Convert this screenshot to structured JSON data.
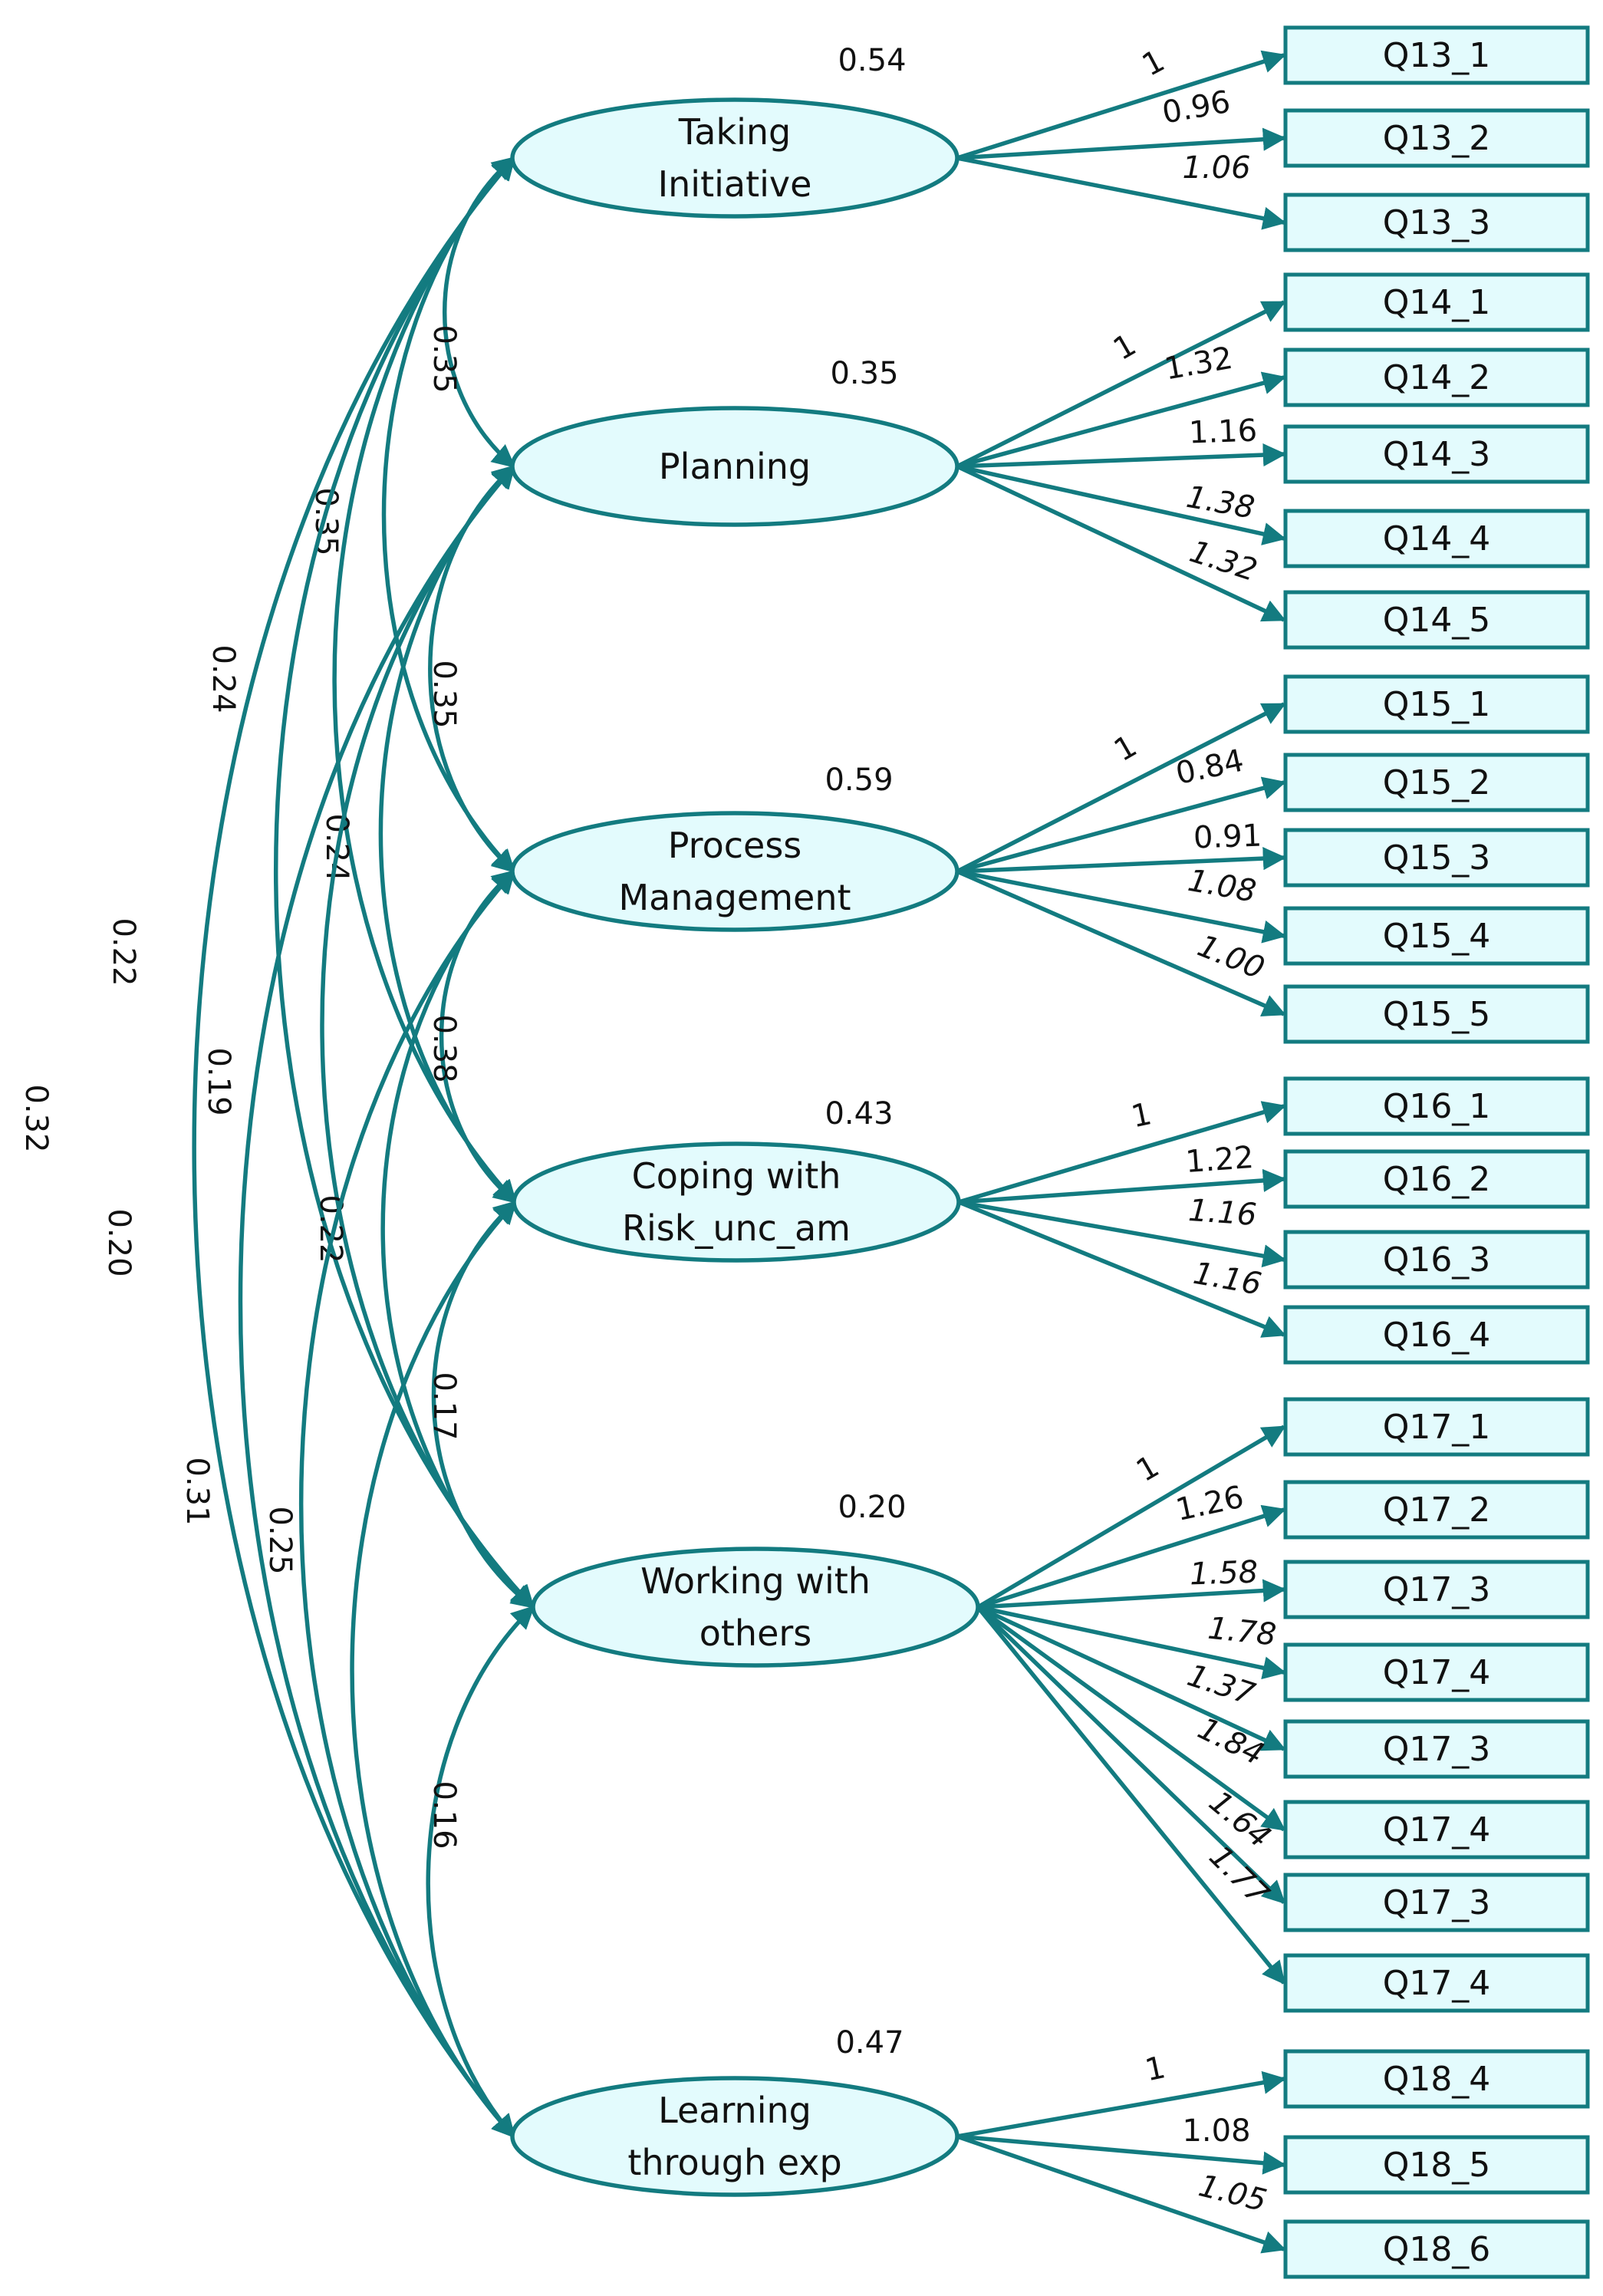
{
  "colors": {
    "line": "#137b80",
    "fill": "#e3fbfd",
    "text": "#111111"
  },
  "factors": [
    {
      "id": "ti",
      "lines": [
        "Taking",
        "Initiative"
      ],
      "variance": "0.54"
    },
    {
      "id": "pl",
      "lines": [
        "Planning"
      ],
      "variance": "0.35"
    },
    {
      "id": "pm",
      "lines": [
        "Process",
        "Management"
      ],
      "variance": "0.59"
    },
    {
      "id": "cr",
      "lines": [
        "Coping with",
        "Risk_unc_am"
      ],
      "variance": "0.43"
    },
    {
      "id": "wo",
      "lines": [
        "Working with",
        "others"
      ],
      "variance": "0.20"
    },
    {
      "id": "le",
      "lines": [
        "Learning",
        "through exp"
      ],
      "variance": "0.47"
    }
  ],
  "indicators": [
    {
      "label": "Q13_1",
      "factor": "ti",
      "loading": "1"
    },
    {
      "label": "Q13_2",
      "factor": "ti",
      "loading": "0.96"
    },
    {
      "label": "Q13_3",
      "factor": "ti",
      "loading": "1.06"
    },
    {
      "label": "Q14_1",
      "factor": "pl",
      "loading": "1"
    },
    {
      "label": "Q14_2",
      "factor": "pl",
      "loading": "1.32"
    },
    {
      "label": "Q14_3",
      "factor": "pl",
      "loading": "1.16"
    },
    {
      "label": "Q14_4",
      "factor": "pl",
      "loading": "1.38"
    },
    {
      "label": "Q14_5",
      "factor": "pl",
      "loading": "1.32"
    },
    {
      "label": "Q15_1",
      "factor": "pm",
      "loading": "1"
    },
    {
      "label": "Q15_2",
      "factor": "pm",
      "loading": "0.84"
    },
    {
      "label": "Q15_3",
      "factor": "pm",
      "loading": "0.91"
    },
    {
      "label": "Q15_4",
      "factor": "pm",
      "loading": "1.08"
    },
    {
      "label": "Q15_5",
      "factor": "pm",
      "loading": "1.00"
    },
    {
      "label": "Q16_1",
      "factor": "cr",
      "loading": "1"
    },
    {
      "label": "Q16_2",
      "factor": "cr",
      "loading": "1.22"
    },
    {
      "label": "Q16_3",
      "factor": "cr",
      "loading": "1.16"
    },
    {
      "label": "Q16_4",
      "factor": "cr",
      "loading": "1.16"
    },
    {
      "label": "Q17_1",
      "factor": "wo",
      "loading": "1"
    },
    {
      "label": "Q17_2",
      "factor": "wo",
      "loading": "1.26"
    },
    {
      "label": "Q17_3",
      "factor": "wo",
      "loading": "1.58"
    },
    {
      "label": "Q17_4",
      "factor": "wo",
      "loading": "1.78"
    },
    {
      "label": "Q17_3",
      "factor": "wo",
      "loading": "1.37"
    },
    {
      "label": "Q17_4",
      "factor": "wo",
      "loading": "1.84"
    },
    {
      "label": "Q17_3",
      "factor": "wo",
      "loading": "1.64"
    },
    {
      "label": "Q17_4",
      "factor": "wo",
      "loading": "1.77"
    },
    {
      "label": "Q18_4",
      "factor": "le",
      "loading": "1"
    },
    {
      "label": "Q18_5",
      "factor": "le",
      "loading": "1.08"
    },
    {
      "label": "Q18_6",
      "factor": "le",
      "loading": "1.05"
    }
  ],
  "covariances": [
    {
      "from": "ti",
      "to": "pl",
      "value": "0.35"
    },
    {
      "from": "ti",
      "to": "pm",
      "value": "0.35"
    },
    {
      "from": "ti",
      "to": "cr",
      "value": "0.24"
    },
    {
      "from": "ti",
      "to": "wo",
      "value": "0.22"
    },
    {
      "from": "ti",
      "to": "le",
      "value": "0.32"
    },
    {
      "from": "pl",
      "to": "pm",
      "value": "0.35"
    },
    {
      "from": "pl",
      "to": "cr",
      "value": "0.24"
    },
    {
      "from": "pl",
      "to": "wo",
      "value": "0.19"
    },
    {
      "from": "pl",
      "to": "le",
      "value": "0.20"
    },
    {
      "from": "pm",
      "to": "cr",
      "value": "0.38"
    },
    {
      "from": "pm",
      "to": "wo",
      "value": "0.22"
    },
    {
      "from": "pm",
      "to": "le",
      "value": "0.31"
    },
    {
      "from": "cr",
      "to": "wo",
      "value": "0.17"
    },
    {
      "from": "cr",
      "to": "le",
      "value": "0.25"
    },
    {
      "from": "wo",
      "to": "le",
      "value": "0.16"
    }
  ]
}
